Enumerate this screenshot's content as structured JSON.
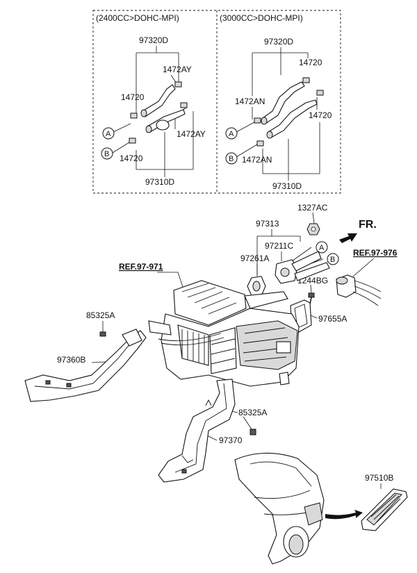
{
  "inset_left": {
    "header": "(2400CC>DOHC-MPI)",
    "labels": {
      "top": "97320D",
      "clamp_upper": "1472AY",
      "hose_clamp": "14720",
      "clamp_right": "1472AY",
      "clamp_lower": "14720",
      "bottom": "97310D"
    },
    "circle_a": "A",
    "circle_b": "B"
  },
  "inset_right": {
    "header": "(3000CC>DOHC-MPI)",
    "labels": {
      "top": "97320D",
      "clamp_upper": "14720",
      "clamp_left": "1472AN",
      "clamp_right": "14720",
      "clamp_lower": "1472AN",
      "bottom": "97310D"
    },
    "circle_a": "A",
    "circle_b": "B"
  },
  "main": {
    "fr_label": "FR.",
    "ref_left": "REF.97-971",
    "ref_right": "REF.97-976",
    "circle_a": "A",
    "circle_b": "B",
    "labels": {
      "p1327ac": "1327AC",
      "p97313": "97313",
      "p97211c": "97211C",
      "p97261a": "97261A",
      "p1244bg": "1244BG",
      "p97655a": "97655A",
      "p85325a_top": "85325A",
      "p97360b": "97360B",
      "p85325a_low": "85325A",
      "p97370": "97370",
      "p97510b": "97510B"
    }
  }
}
